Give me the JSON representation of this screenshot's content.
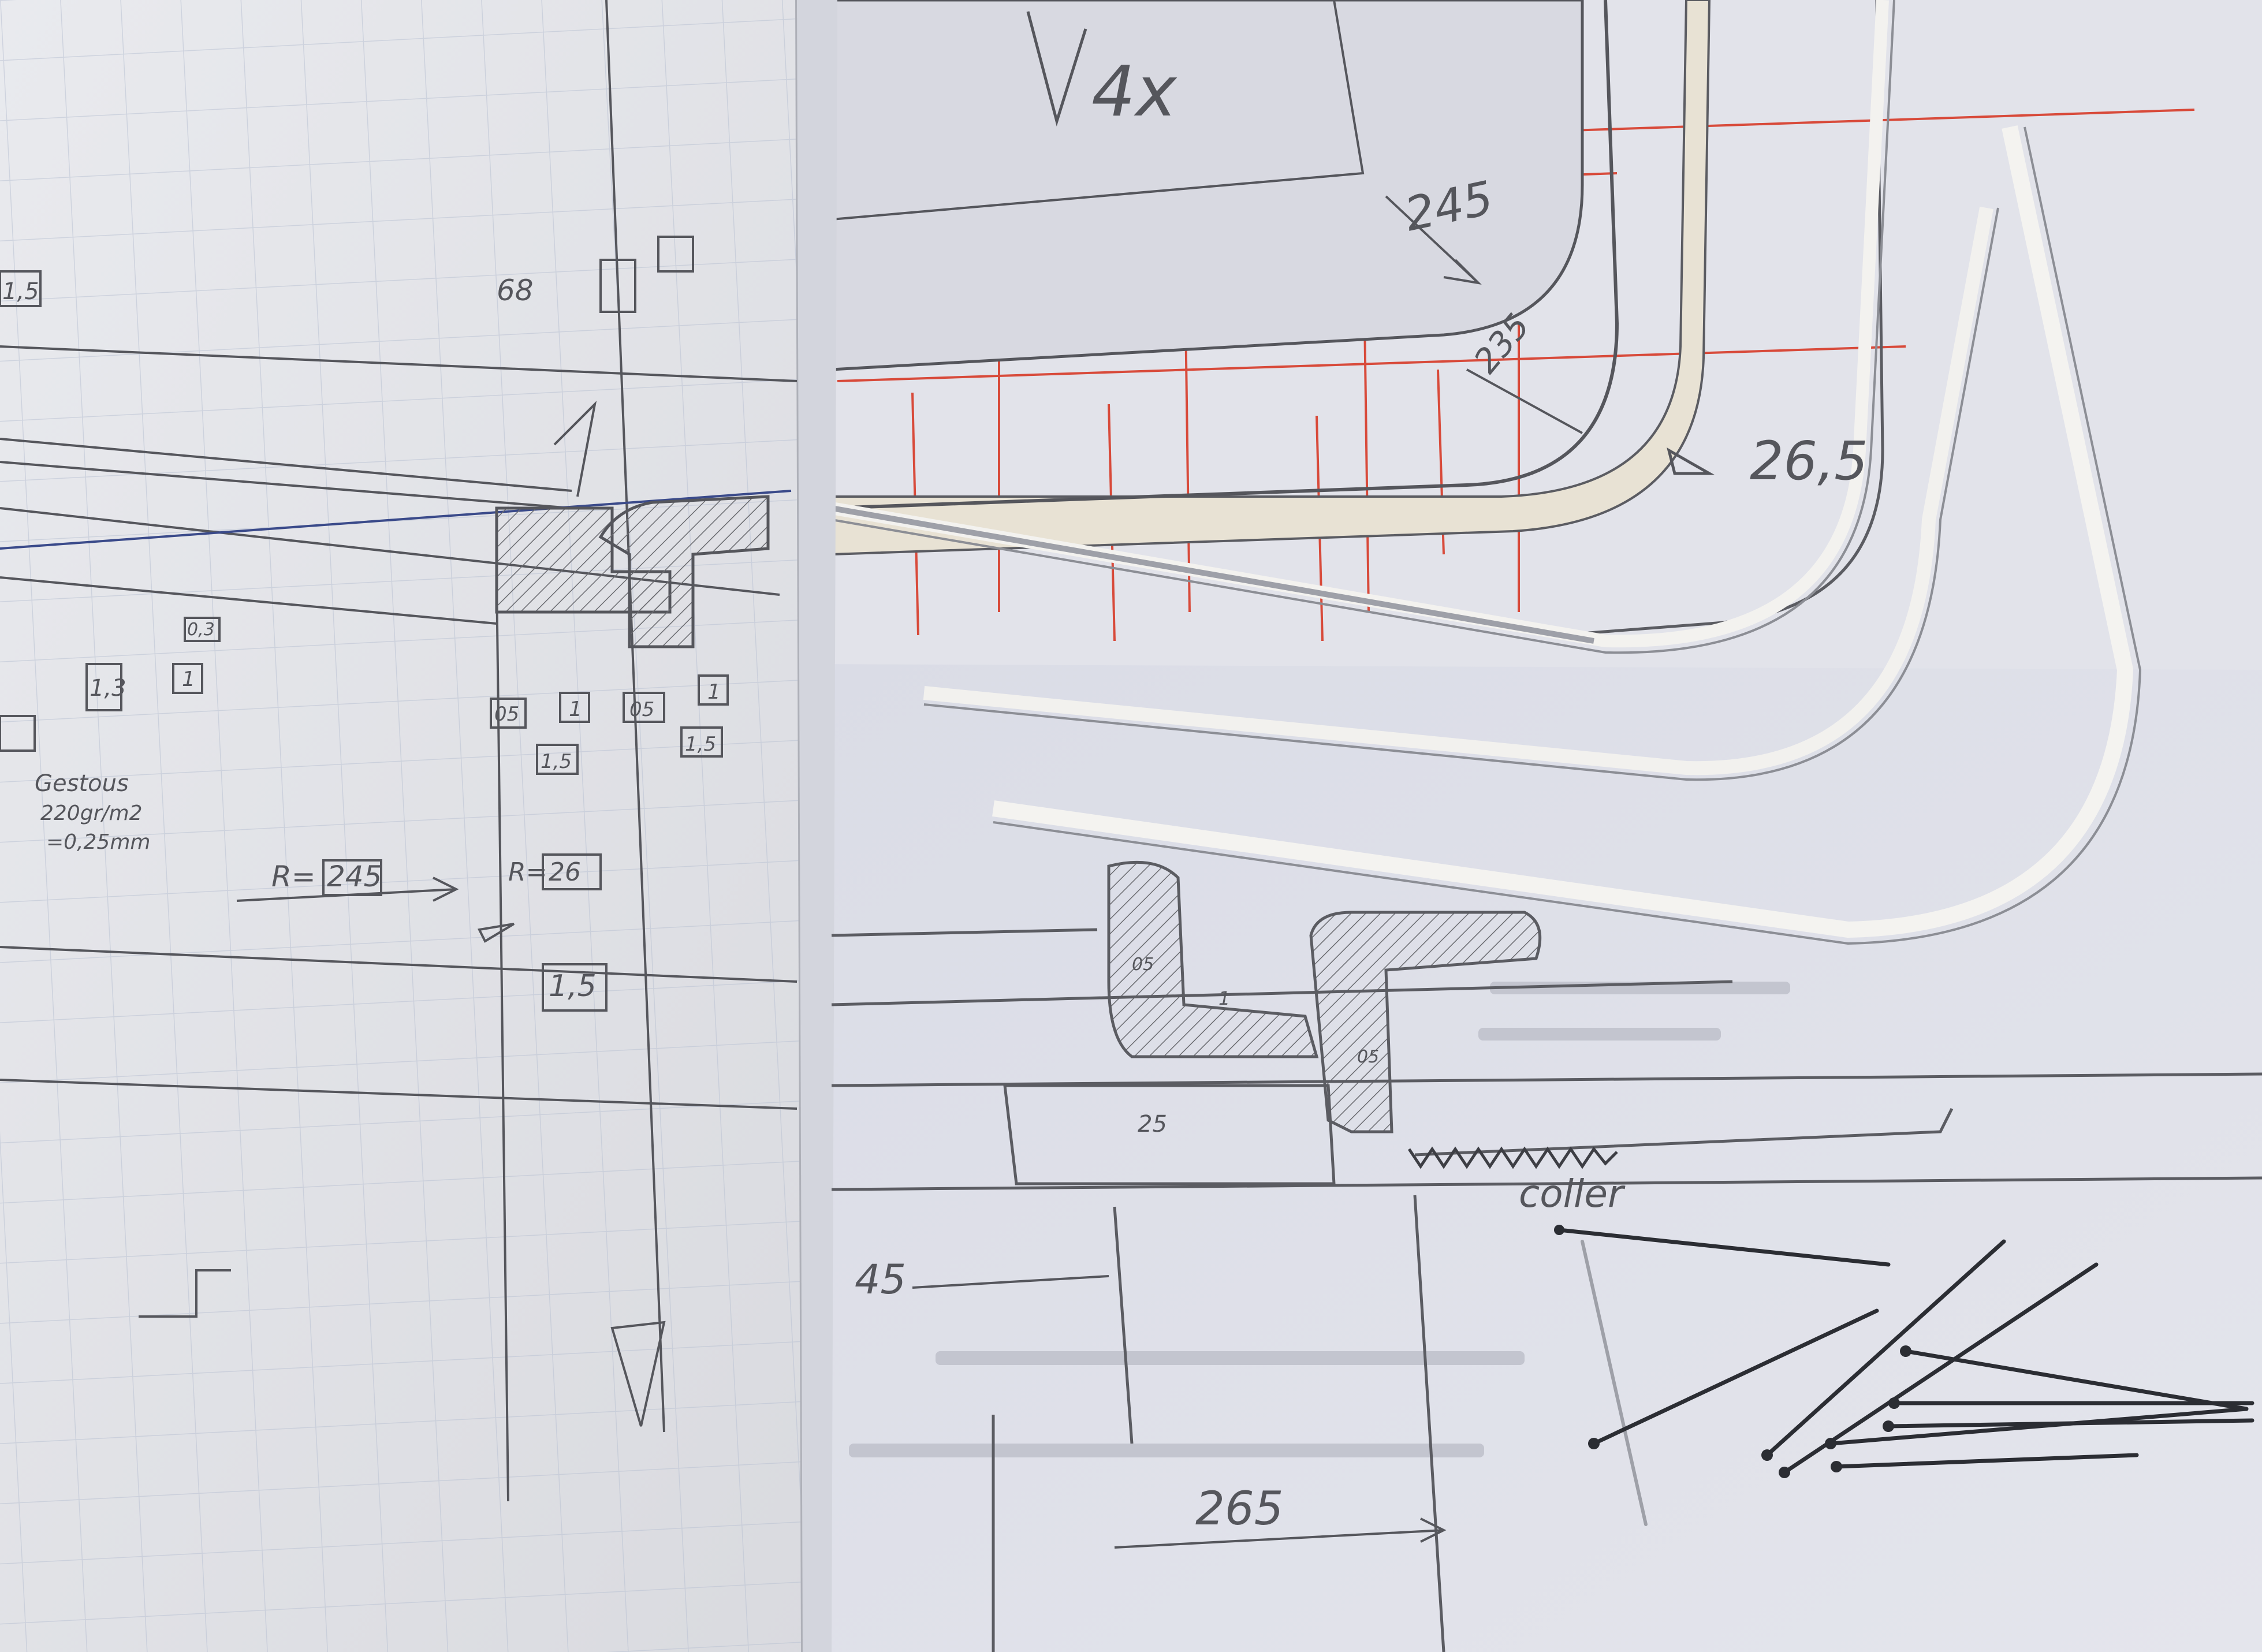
{
  "photo": {
    "colors": {
      "table": "#c9cbd6",
      "paper_left": "#e6e7ea",
      "paper_right": "#dfe0e8",
      "template": "#e4e5ec",
      "grid_red": "#d84a3a",
      "grid_blue": "#b7c0cf",
      "pencil": "#5b5c62",
      "strip": "#f2f1ee",
      "tape": "#e8e2d4",
      "pin": "#2b2d33"
    },
    "labels": {
      "multiplier": "4x",
      "radius_245": "245",
      "radius_235": "235",
      "radius_265": "26,5",
      "dim_15": "1,5",
      "dim_68": "68",
      "dim_13": "1,3",
      "dim_03": "0,3",
      "dim_1a": "1",
      "dim_05a": "05",
      "dim_1b": "1",
      "dim_05b": "05",
      "dim_1c": "1",
      "dim_15b": "1,5",
      "dim_15c": "1,5",
      "note_line1": "Gestous",
      "note_line2": "220gr/m2",
      "note_line3": "=0,25mm",
      "r_245": "R=",
      "r_245_val": "245",
      "r_26": "R=",
      "r_26_val": "26",
      "dim_15_low": "1,5",
      "dim_25": "25",
      "dim_45": "45",
      "coller": "coller",
      "dim_265_bottom": "265",
      "dim_05_sec": "05",
      "dim_1_sec": "1",
      "dim_05_sec2": "05"
    }
  }
}
